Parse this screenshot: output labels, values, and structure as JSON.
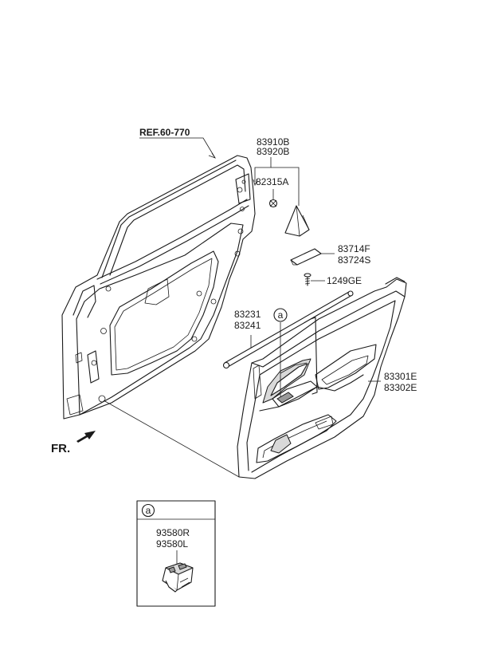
{
  "labels": {
    "ref": "REF.60-770",
    "glass_run": [
      "83910B",
      "83920B"
    ],
    "clip": "82315A",
    "cap": [
      "83714F",
      "83724S"
    ],
    "screw": "1249GE",
    "weatherstrip": [
      "83231",
      "83241"
    ],
    "trim_panel": [
      "83301E",
      "83302E"
    ],
    "front": "FR.",
    "callout": "a",
    "switch": [
      "93580R",
      "93580L"
    ]
  },
  "colors": {
    "line": "#1a1a1a",
    "background": "#ffffff",
    "shade": "#d9d9d9"
  }
}
